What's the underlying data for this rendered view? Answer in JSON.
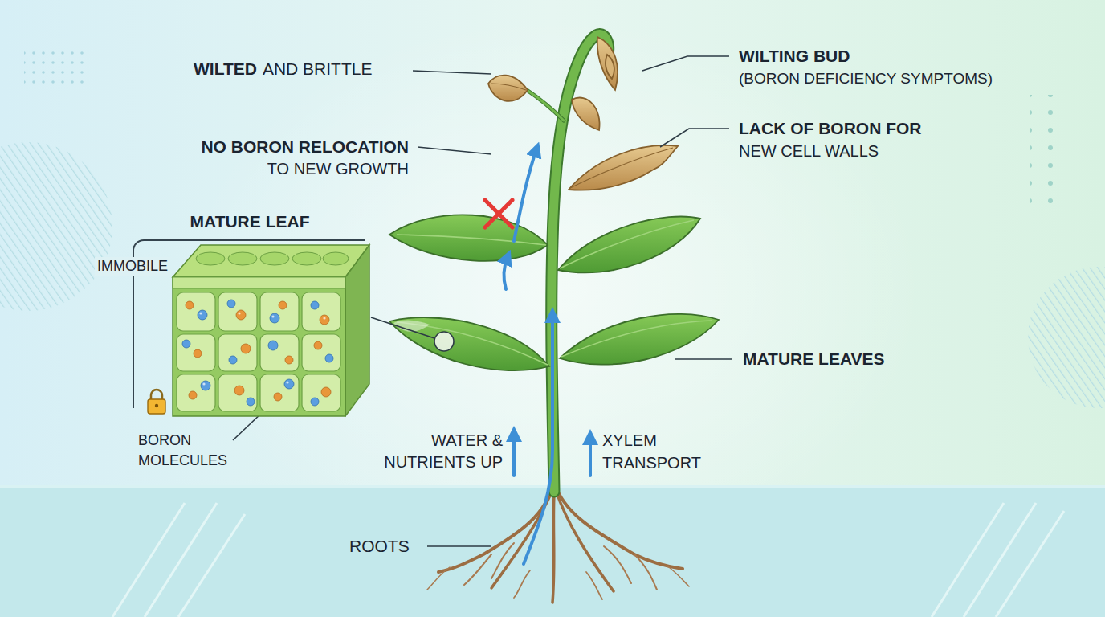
{
  "diagram": {
    "nodes": [
      {
        "text": [
          "MATURE LEAF",
          "IMMOBILE"
        ]
      }
    ],
    "labels": [
      "WILTED",
      "AND BRITTLE",
      "WILTING BUD",
      "(BORON DEFICIENCY SYMPTOMS)",
      "NO BORON RELOCATION",
      "TO NEW GROWTH",
      "LACK OF BORON FOR",
      "NEW CELL WALLS",
      "MATURE LEAVES",
      "WATER &",
      "NUTRIENTS UP",
      "XYLEM",
      "TRANSPORT",
      "ROOTS",
      "BORON",
      "MOLECULES"
    ]
  }
}
